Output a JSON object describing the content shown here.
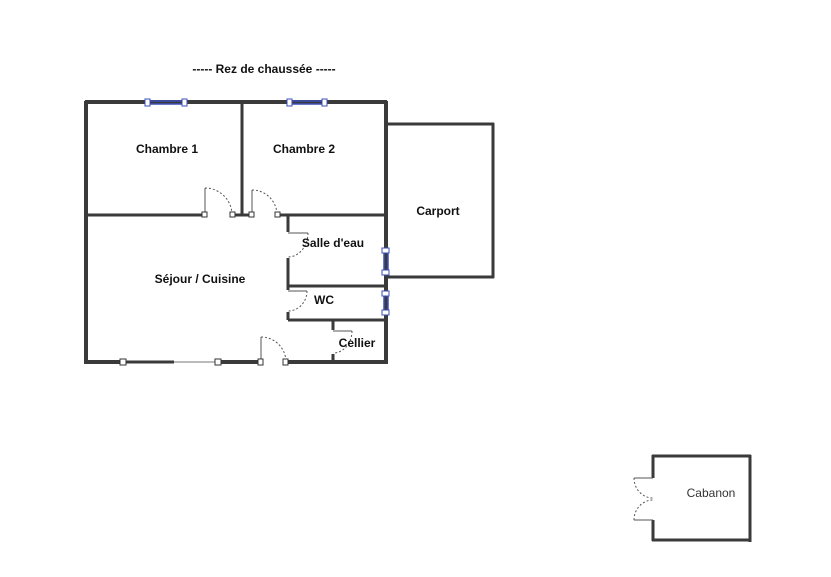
{
  "title": "-----  Rez de chaussée  -----",
  "rooms": {
    "chambre1": "Chambre 1",
    "chambre2": "Chambre 2",
    "carport": "Carport",
    "salle_eau": "Salle d'eau",
    "sejour": "Séjour / Cuisine",
    "wc": "WC",
    "cellier": "Cellier",
    "cabanon": "Cabanon"
  },
  "colors": {
    "wall": "#3a3a3a",
    "window": "#3b4fb8",
    "background": "#ffffff"
  }
}
